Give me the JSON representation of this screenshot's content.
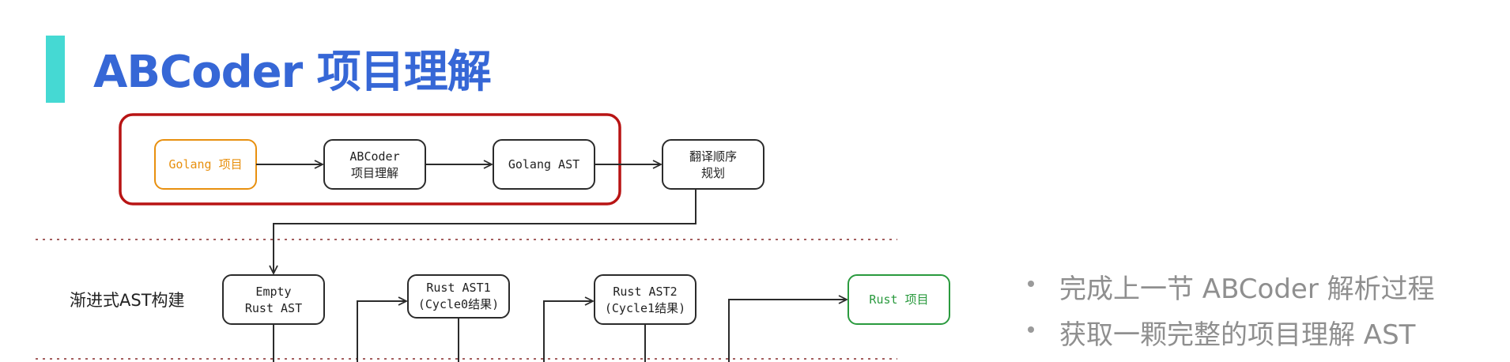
{
  "title": "ABCoder 项目理解",
  "side_label": "渐进式AST构建",
  "nodes": {
    "golang_project": "Golang 项目",
    "abcoder_line1": "ABCoder",
    "abcoder_line2": "项目理解",
    "golang_ast": "Golang AST",
    "order_line1": "翻译顺序",
    "order_line2": "规划",
    "empty_line1": "Empty",
    "empty_line2": "Rust AST",
    "ast1_line1": "Rust AST1",
    "ast1_line2": "(Cycle0结果)",
    "ast2_line1": "Rust AST2",
    "ast2_line2": "(Cycle1结果)",
    "rust_project": "Rust 项目"
  },
  "bullets": [
    "完成上一节 ABCoder 解析过程",
    "获取一颗完整的项目理解 AST"
  ],
  "colors": {
    "title": "#3667d6",
    "accent": "#45d9d3",
    "highlight_box": "#b81414",
    "golang_node": "#e8900f",
    "rust_node": "#2a9a3e",
    "divider": "#a45e5e"
  }
}
